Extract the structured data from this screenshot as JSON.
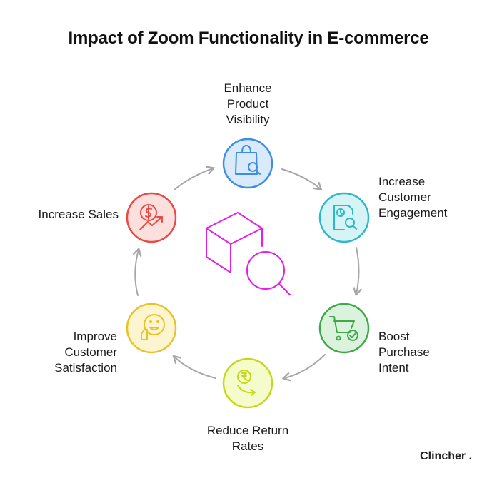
{
  "title": "Impact of Zoom Functionality in E-commerce",
  "steps": [
    {
      "lines": [
        "Enhance",
        "Product",
        "Visibility"
      ],
      "icon": "shopping-bag-search-icon",
      "color": "#3d8de6",
      "fill": "#d9ebfb"
    },
    {
      "lines": [
        "Increase",
        "Customer",
        "Engagement"
      ],
      "icon": "document-clock-search-icon",
      "color": "#2cb9c6",
      "fill": "#d6f4f6"
    },
    {
      "lines": [
        "Boost",
        "Purchase",
        "Intent"
      ],
      "icon": "cart-check-icon",
      "color": "#3ea84a",
      "fill": "#dbf3dc"
    },
    {
      "lines": [
        "Reduce Return",
        "Rates"
      ],
      "icon": "rupee-coin-down-arrow-icon",
      "color": "#c5d81b",
      "fill": "#f6fbcc"
    },
    {
      "lines": [
        "Improve",
        "Customer",
        "Satisfaction"
      ],
      "icon": "smiley-thumbs-up-icon",
      "color": "#e9c227",
      "fill": "#fdf5cf"
    },
    {
      "lines": [
        "Increase Sales"
      ],
      "icon": "dollar-coin-trend-up-icon",
      "color": "#e94a46",
      "fill": "#fde0de"
    }
  ],
  "center_icon": "cube-magnifier-icon",
  "center_color": "#e31ee6",
  "brand": "Clincher ."
}
